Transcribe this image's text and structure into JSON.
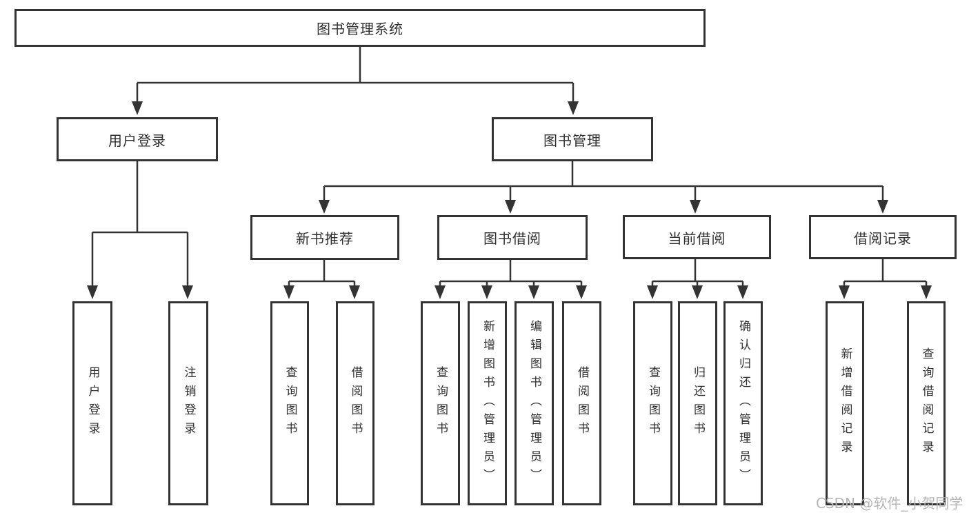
{
  "diagram": {
    "title": "图书管理系统",
    "branches": [
      {
        "label": "用户登录",
        "children": [
          {
            "label": "用户登录"
          },
          {
            "label": "注销登录"
          }
        ]
      },
      {
        "label": "图书管理",
        "children": [
          {
            "label": "新书推荐",
            "children": [
              {
                "label": "查询图书"
              },
              {
                "label": "借阅图书"
              }
            ]
          },
          {
            "label": "图书借阅",
            "children": [
              {
                "label": "查询图书"
              },
              {
                "label": "新增图书（管理员）"
              },
              {
                "label": "编辑图书（管理员）"
              },
              {
                "label": "借阅图书"
              }
            ]
          },
          {
            "label": "当前借阅",
            "children": [
              {
                "label": "查询图书"
              },
              {
                "label": "归还图书"
              },
              {
                "label": "确认归还（管理员）"
              }
            ]
          },
          {
            "label": "借阅记录",
            "children": [
              {
                "label": "新增借阅记录"
              },
              {
                "label": "查询借阅记录"
              }
            ]
          }
        ]
      }
    ]
  },
  "watermark": "CSDN @软件_小贺同学",
  "colors": {
    "line": "#333333",
    "text": "#2f2f2f",
    "background": "#ffffff",
    "watermark": "#b5b5b5"
  }
}
